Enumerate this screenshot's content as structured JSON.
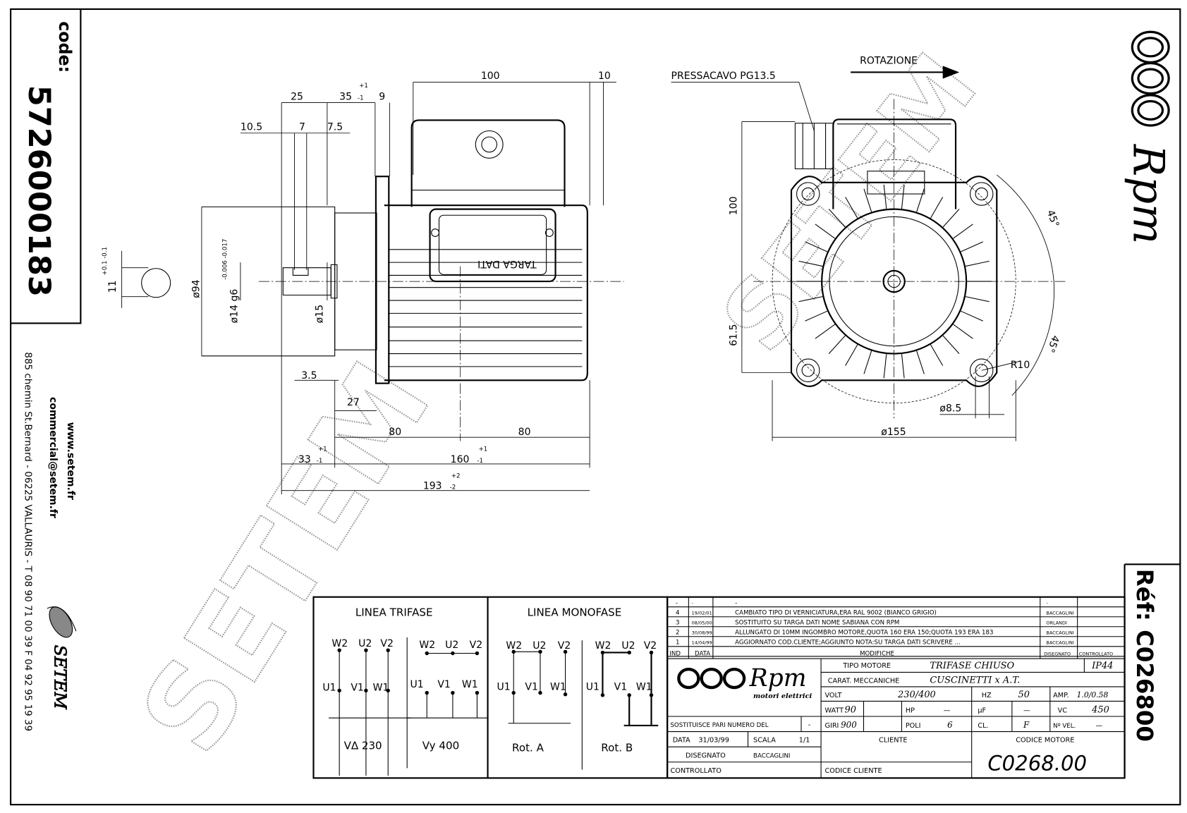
{
  "sidebar": {
    "code_label": "code:",
    "code_value": "5726000183",
    "website": "www.setem.fr",
    "email": "commercial@setem.fr",
    "address": "885 chemin St.Bernard  -  06225 VALLAURIS  -  T 08 90 71 00 39   F 04 92 95 19 39",
    "brand": "SETEM"
  },
  "right_strip": {
    "logo_text": "Rpm",
    "ref_label": "Réf:",
    "ref_value": "C026800"
  },
  "watermark": "SETEM",
  "side_view": {
    "dims": {
      "d100": "100",
      "d10": "10",
      "d25": "25",
      "d35": "35",
      "d35_tol_plus": "+1",
      "d35_tol_minus": "-1",
      "d9": "9",
      "d10_5": "10.5",
      "d7": "7",
      "d7_5": "7.5",
      "dia94": "ø94",
      "dia14": "ø14 g6",
      "dia14_tol": "-0.006  -0.017",
      "dia15": "ø15",
      "key11": "11",
      "key11_tol": "+0.1  -0.1",
      "d3_5": "3.5",
      "d27": "27",
      "d80a": "80",
      "d80b": "80",
      "d33": "33",
      "d33_tol_plus": "+1",
      "d33_tol_minus": "-1",
      "d160": "160",
      "d160_tol_plus": "+1",
      "d160_tol_minus": "-1",
      "d193": "193",
      "d193_tol_plus": "+2",
      "d193_tol_minus": "-2"
    },
    "nameplate": "TARGA DATI"
  },
  "front_view": {
    "cable_gland": "PRESSACAVO PG13.5",
    "rotation": "ROTAZIONE",
    "dims": {
      "h100": "100",
      "h61_5": "61.5",
      "angle1": "45°",
      "angle2": "45°",
      "r10": "R10",
      "hole": "ø8.5",
      "dia155": "ø155"
    }
  },
  "wiring": {
    "trifase_title": "LINEA TRIFASE",
    "monofase_title": "LINEA MONOFASE",
    "top_terminals": [
      "W2",
      "U2",
      "V2"
    ],
    "bottom_terminals": [
      "U1",
      "V1",
      "W1"
    ],
    "delta_label": "V∆  230",
    "star_label": "Vy 400",
    "rot_a": "Rot. A",
    "rot_b": "Rot. B"
  },
  "revisions": {
    "header": {
      "ind": "IND",
      "data": "DATA",
      "modifiche": "MODIFICHE",
      "disegnato": "DISEGNATO",
      "controllato": "CONTROLLATO"
    },
    "rows": [
      {
        "ind": "-",
        "data": "-",
        "text": "-",
        "by": "-"
      },
      {
        "ind": "4",
        "data": "19/02/01",
        "text": "CAMBIATO TIPO DI VERNICIATURA,ERA RAL 9002 (BIANCO GRIGIO)",
        "by": "BACCAGLINI"
      },
      {
        "ind": "3",
        "data": "08/05/00",
        "text": "SOSTITUITO SU TARGA DATI NOME SABIANA CON RPM",
        "by": "ORLANDI"
      },
      {
        "ind": "2",
        "data": "30/08/99",
        "text": "ALLUNGATO DI 10MM INGOMBRO MOTORE,QUOTA 160 ERA 150;QUOTA 193 ERA 183",
        "by": "BACCAGLINI"
      },
      {
        "ind": "1",
        "data": "14/04/99",
        "text": "AGGIORNATO COD.CLIENTE;AGGIUNTO NOTA:SU TARGA DATI SCRIVERE ...",
        "by": "BACCAGLINI"
      }
    ]
  },
  "title_block": {
    "logo_text": "Rpm",
    "logo_sub": "motori elettrici",
    "tipo_motore_label": "TIPO MOTORE",
    "tipo_motore": "TRIFASE CHIUSO",
    "ip": "IP44",
    "carat_label": "CARAT. MECCANICHE",
    "carat": "CUSCINETTI x A.T.",
    "volt_label": "VOLT",
    "volt": "230/400",
    "hz_label": "HZ",
    "hz": "50",
    "amp_label": "AMP.",
    "amp": "1.0/0.58",
    "watt_label": "WATT",
    "watt": "90",
    "hp_label": "HP",
    "hp": "—",
    "uf_label": "µF",
    "uf": "—",
    "vc_label": "VC",
    "vc": "450",
    "giri_label": "GIRI",
    "giri": "900",
    "poli_label": "POLI",
    "poli": "6",
    "cl_label": "CL.",
    "cl": "F",
    "nvel_label": "Nº VEL.",
    "nvel": "—",
    "sostituisce_label": "SOSTITUISCE PARI NUMERO DEL",
    "sostituisce": "-",
    "data_label": "DATA",
    "data": "31/03/99",
    "scala_label": "SCALA",
    "scala": "1/1",
    "disegnato_label": "DISEGNATO",
    "disegnato": "BACCAGLINI",
    "controllato_label": "CONTROLLATO",
    "cliente_label": "CLIENTE",
    "codice_cliente_label": "CODICE CLIENTE",
    "codice_motore_label": "CODICE MOTORE",
    "codice_motore": "C0268.00"
  }
}
